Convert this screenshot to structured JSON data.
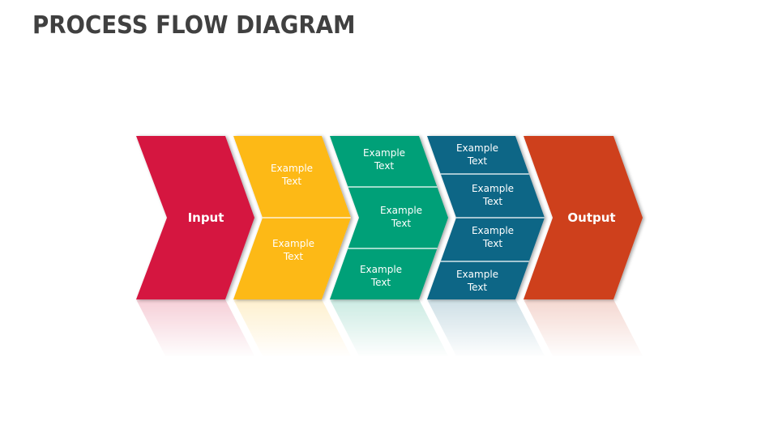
{
  "title": "PROCESS FLOW DIAGRAM",
  "colors": {
    "input": "#D5153F",
    "step1": "#FDB913",
    "step2": "#06A078",
    "step3": "#0E6686",
    "output": "#CE3F1C",
    "title": "#404040"
  },
  "stages": [
    {
      "name": "input",
      "label": "Input"
    },
    {
      "name": "step-1",
      "segments": [
        "Example Text",
        "Example Text"
      ]
    },
    {
      "name": "step-2",
      "segments": [
        "Example Text",
        "Example Text",
        "Example Text"
      ]
    },
    {
      "name": "step-3",
      "segments": [
        "Example Text",
        "Example Text",
        "Example Text",
        "Example Text"
      ]
    },
    {
      "name": "output",
      "label": "Output"
    }
  ],
  "text": {
    "example_line1": "Example",
    "example_line2": "Text"
  }
}
